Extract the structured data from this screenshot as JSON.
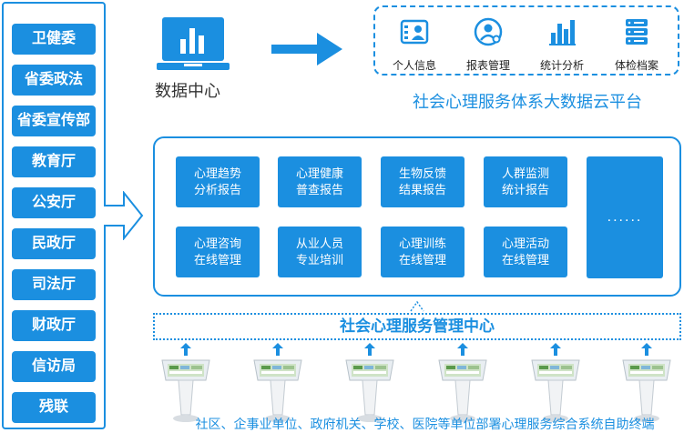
{
  "agencies": [
    "卫健委",
    "省委政法",
    "省委宣传部",
    "教育厅",
    "公安厅",
    "民政厅",
    "司法厅",
    "财政厅",
    "信访局",
    "残联"
  ],
  "data_center": {
    "label": "数据中心",
    "icon": "monitor-chart-icon"
  },
  "platform": {
    "title": "社会心理服务体系大数据云平台",
    "items": [
      {
        "label": "个人信息",
        "icon": "id-card-icon"
      },
      {
        "label": "报表管理",
        "icon": "user-settings-icon"
      },
      {
        "label": "统计分析",
        "icon": "bar-chart-icon"
      },
      {
        "label": "体检档案",
        "icon": "server-icon"
      }
    ]
  },
  "reports": [
    {
      "line1": "心理趋势",
      "line2": "分析报告"
    },
    {
      "line1": "心理健康",
      "line2": "普查报告"
    },
    {
      "line1": "生物反馈",
      "line2": "结果报告"
    },
    {
      "line1": "人群监测",
      "line2": "统计报告"
    },
    {
      "line1": "心理咨询",
      "line2": "在线管理"
    },
    {
      "line1": "从业人员",
      "line2": "专业培训"
    },
    {
      "line1": "心理训练",
      "line2": "在线管理"
    },
    {
      "line1": "心理活动",
      "line2": "在线管理"
    }
  ],
  "more_label": "......",
  "management_center": "社会心理服务管理中心",
  "footer": "社区、企事业单位、政府机关、学校、医院等单位部署心理服务综合系统自助终端",
  "colors": {
    "accent": "#1b8fe0"
  }
}
